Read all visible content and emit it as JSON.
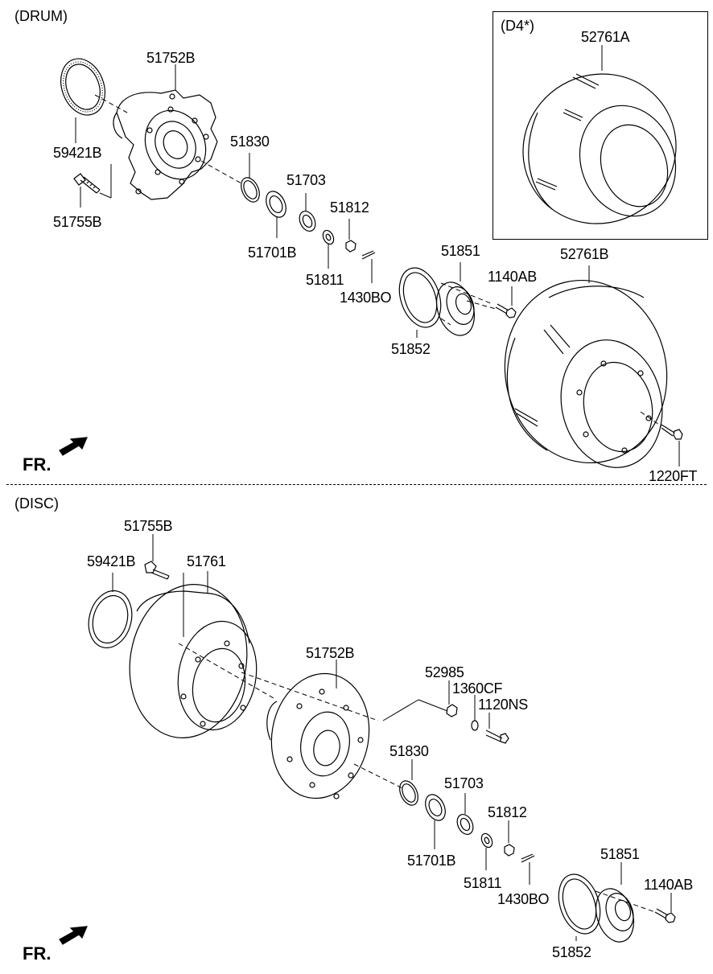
{
  "sections": {
    "drum": "(DRUM)",
    "disc": "(DISC)",
    "variant": "(D4*)"
  },
  "direction": "FR.",
  "drum_labels": {
    "p52761A": "52761A",
    "p51752B": "51752B",
    "p59421B": "59421B",
    "p51755B": "51755B",
    "p51830": "51830",
    "p51703": "51703",
    "p51701B": "51701B",
    "p51812": "51812",
    "p51811": "51811",
    "p1430BO": "1430BO",
    "p51851": "51851",
    "p52761B": "52761B",
    "p1140AB": "1140AB",
    "p51852": "51852",
    "p1220FT": "1220FT"
  },
  "disc_labels": {
    "p51755B": "51755B",
    "p59421B": "59421B",
    "p51761": "51761",
    "p51752B": "51752B",
    "p52985": "52985",
    "p1360CF": "1360CF",
    "p1120NS": "1120NS",
    "p51830": "51830",
    "p51703": "51703",
    "p51812": "51812",
    "p51701B": "51701B",
    "p51811": "51811",
    "p1430BO": "1430BO",
    "p51851": "51851",
    "p1140AB": "1140AB",
    "p51852": "51852"
  }
}
